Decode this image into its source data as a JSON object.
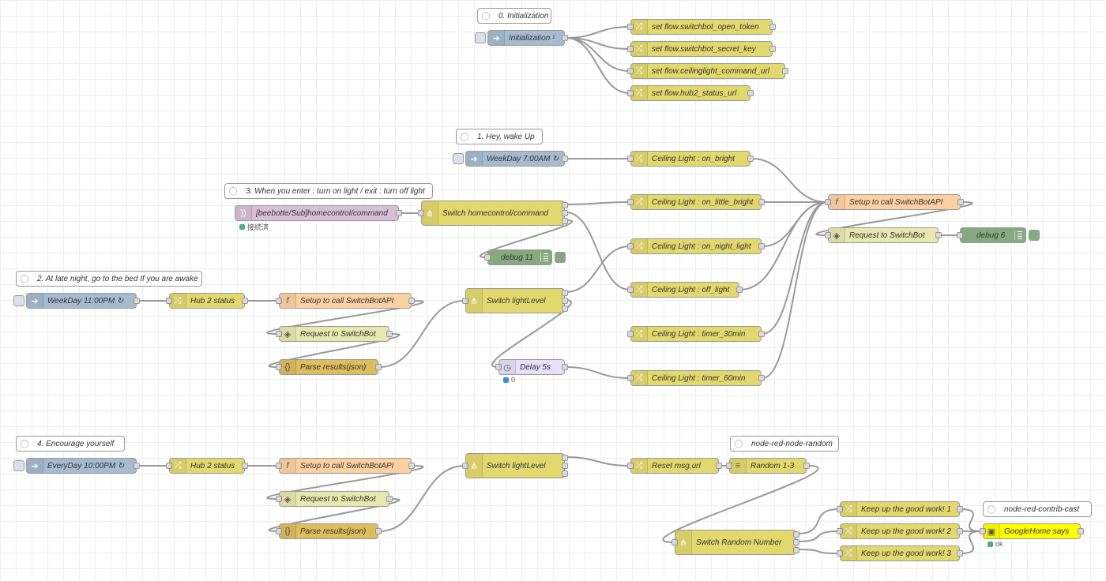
{
  "colors": {
    "inject": "#a6bbcf",
    "change": "#e2d96e",
    "function": "#fdd0a2",
    "http": "#e7e7ae",
    "json": "#debd5c",
    "debug": "#87a980",
    "mqtt": "#d8bfd8",
    "delay": "#e6e0f8",
    "cast": "#ffff00",
    "wire": "#999999",
    "status_green": "#5a8",
    "status_blue": "#3b8ad8"
  },
  "comments": [
    {
      "id": "c0",
      "label": "0. Initialization"
    },
    {
      "id": "c1",
      "label": "1. Hey, wake Up"
    },
    {
      "id": "c3",
      "label": "3. When you enter : turn on light / exit : turn off light"
    },
    {
      "id": "c2",
      "label": "2. At late night, go to the bed If you are awake"
    },
    {
      "id": "c4",
      "label": "4. Encourage yourself"
    },
    {
      "id": "c5",
      "label": "node-red-node-random"
    },
    {
      "id": "c6",
      "label": "node-red-contrib-cast"
    }
  ],
  "nodes": [
    {
      "id": "init",
      "type": "inject",
      "icon": "arrow-right-icon",
      "label": "Initialization ¹"
    },
    {
      "id": "set1",
      "type": "change",
      "icon": "shuffle-icon",
      "label": "set flow.switchbot_open_token"
    },
    {
      "id": "set2",
      "type": "change",
      "icon": "shuffle-icon",
      "label": "set flow.switchbot_secret_key"
    },
    {
      "id": "set3",
      "type": "change",
      "icon": "shuffle-icon",
      "label": "set flow.ceilinglight_command_url"
    },
    {
      "id": "set4",
      "type": "change",
      "icon": "shuffle-icon",
      "label": "set flow.hub2_status_url"
    },
    {
      "id": "wd7",
      "type": "inject",
      "icon": "arrow-right-icon",
      "label": "WeekDay 7:00AM ↻"
    },
    {
      "id": "mqtt",
      "type": "mqtt",
      "icon": "wifi-icon",
      "label": "[beebotte/Sub]homecontrol/command",
      "status": "接続済",
      "status_color": "#5a8"
    },
    {
      "id": "swhome",
      "type": "switch",
      "icon": "split-icon",
      "label": "Switch homecontrol/command",
      "outputs": 3
    },
    {
      "id": "dbg11",
      "type": "debug",
      "icon": "list-icon",
      "label": "debug 11"
    },
    {
      "id": "cl_bright",
      "type": "change",
      "icon": "shuffle-icon",
      "label": "Ceiling Light : on_bright"
    },
    {
      "id": "cl_little",
      "type": "change",
      "icon": "shuffle-icon",
      "label": "Ceiling Light : on_little_bright"
    },
    {
      "id": "cl_night",
      "type": "change",
      "icon": "shuffle-icon",
      "label": "Ceiling Light : on_night_light"
    },
    {
      "id": "cl_off",
      "type": "change",
      "icon": "shuffle-icon",
      "label": "Ceiling Light : off_light"
    },
    {
      "id": "cl_t30",
      "type": "change",
      "icon": "shuffle-icon",
      "label": "Ceiling Light : timer_30min"
    },
    {
      "id": "cl_t60",
      "type": "change",
      "icon": "shuffle-icon",
      "label": "Ceiling Light : timer_60min"
    },
    {
      "id": "fn_main",
      "type": "function",
      "icon": "function-icon",
      "label": "Setup to call SwitchBotAPI"
    },
    {
      "id": "http_main",
      "type": "http",
      "icon": "globe-icon",
      "label": "Request to SwitchBot"
    },
    {
      "id": "dbg6",
      "type": "debug",
      "icon": "list-icon",
      "label": "debug 6"
    },
    {
      "id": "wd11",
      "type": "inject",
      "icon": "arrow-right-icon",
      "label": "WeekDay 11:00PM ↻"
    },
    {
      "id": "hub_a",
      "type": "change",
      "icon": "shuffle-icon",
      "label": "Hub 2 status"
    },
    {
      "id": "fn_a",
      "type": "function",
      "icon": "function-icon",
      "label": "Setup to call SwitchBotAPI"
    },
    {
      "id": "http_a",
      "type": "http",
      "icon": "globe-icon",
      "label": "Request to SwitchBot"
    },
    {
      "id": "json_a",
      "type": "json",
      "icon": "braces-icon",
      "label": "Parse results(json)"
    },
    {
      "id": "swlev_a",
      "type": "switch",
      "icon": "split-icon",
      "label": "Switch lightLevel",
      "outputs": 3
    },
    {
      "id": "delay",
      "type": "delay",
      "icon": "timer-icon",
      "label": "Delay 5s",
      "status": "0",
      "status_color": "#3b8ad8"
    },
    {
      "id": "ed10",
      "type": "inject",
      "icon": "arrow-right-icon",
      "label": "EveryDay 10:00PM ↻"
    },
    {
      "id": "hub_b",
      "type": "change",
      "icon": "shuffle-icon",
      "label": "Hub 2 status"
    },
    {
      "id": "fn_b",
      "type": "function",
      "icon": "function-icon",
      "label": "Setup to call SwitchBotAPI"
    },
    {
      "id": "http_b",
      "type": "http",
      "icon": "globe-icon",
      "label": "Request to SwitchBot"
    },
    {
      "id": "json_b",
      "type": "json",
      "icon": "braces-icon",
      "label": "Parse results(json)"
    },
    {
      "id": "swlev_b",
      "type": "switch",
      "icon": "split-icon",
      "label": "Switch lightLevel",
      "outputs": 3
    },
    {
      "id": "reset",
      "type": "change",
      "icon": "shuffle-icon",
      "label": "Reset msg.url"
    },
    {
      "id": "random",
      "type": "random",
      "icon": "list-icon",
      "label": "Random 1-3"
    },
    {
      "id": "swrand",
      "type": "switch",
      "icon": "split-icon",
      "label": "Switch Random Number",
      "outputs": 3
    },
    {
      "id": "keep1",
      "type": "change",
      "icon": "shuffle-icon",
      "label": "Keep up the good work! 1"
    },
    {
      "id": "keep2",
      "type": "change",
      "icon": "shuffle-icon",
      "label": "Keep up the good work! 2"
    },
    {
      "id": "keep3",
      "type": "change",
      "icon": "shuffle-icon",
      "label": "Keep up the good work! 3"
    },
    {
      "id": "cast",
      "type": "cast",
      "icon": "cast-icon",
      "label": "GoogleHome says",
      "status": "ok",
      "status_color": "#5a8"
    }
  ],
  "wires": [
    [
      "init",
      0,
      "set1"
    ],
    [
      "init",
      0,
      "set2"
    ],
    [
      "init",
      0,
      "set3"
    ],
    [
      "init",
      0,
      "set4"
    ],
    [
      "wd7",
      0,
      "cl_bright"
    ],
    [
      "mqtt",
      0,
      "swhome"
    ],
    [
      "swhome",
      0,
      "cl_little"
    ],
    [
      "swhome",
      1,
      "cl_off"
    ],
    [
      "swhome",
      2,
      "dbg11"
    ],
    [
      "cl_bright",
      0,
      "fn_main"
    ],
    [
      "cl_little",
      0,
      "fn_main"
    ],
    [
      "cl_night",
      0,
      "fn_main"
    ],
    [
      "cl_off",
      0,
      "fn_main"
    ],
    [
      "cl_t30",
      0,
      "fn_main"
    ],
    [
      "cl_t60",
      0,
      "fn_main"
    ],
    [
      "fn_main",
      0,
      "http_main"
    ],
    [
      "http_main",
      0,
      "dbg6"
    ],
    [
      "wd11",
      0,
      "hub_a"
    ],
    [
      "hub_a",
      0,
      "fn_a"
    ],
    [
      "fn_a",
      0,
      "http_a"
    ],
    [
      "http_a",
      0,
      "json_a"
    ],
    [
      "json_a",
      0,
      "swlev_a"
    ],
    [
      "swlev_a",
      0,
      "cl_night"
    ],
    [
      "swlev_a",
      1,
      "delay"
    ],
    [
      "delay",
      0,
      "cl_t60"
    ],
    [
      "ed10",
      0,
      "hub_b"
    ],
    [
      "hub_b",
      0,
      "fn_b"
    ],
    [
      "fn_b",
      0,
      "http_b"
    ],
    [
      "http_b",
      0,
      "json_b"
    ],
    [
      "json_b",
      0,
      "swlev_b"
    ],
    [
      "swlev_b",
      0,
      "reset"
    ],
    [
      "reset",
      0,
      "random"
    ],
    [
      "random",
      0,
      "swrand"
    ],
    [
      "swrand",
      0,
      "keep1"
    ],
    [
      "swrand",
      1,
      "keep2"
    ],
    [
      "swrand",
      2,
      "keep3"
    ],
    [
      "keep1",
      0,
      "cast"
    ],
    [
      "keep2",
      0,
      "cast"
    ],
    [
      "keep3",
      0,
      "cast"
    ]
  ]
}
